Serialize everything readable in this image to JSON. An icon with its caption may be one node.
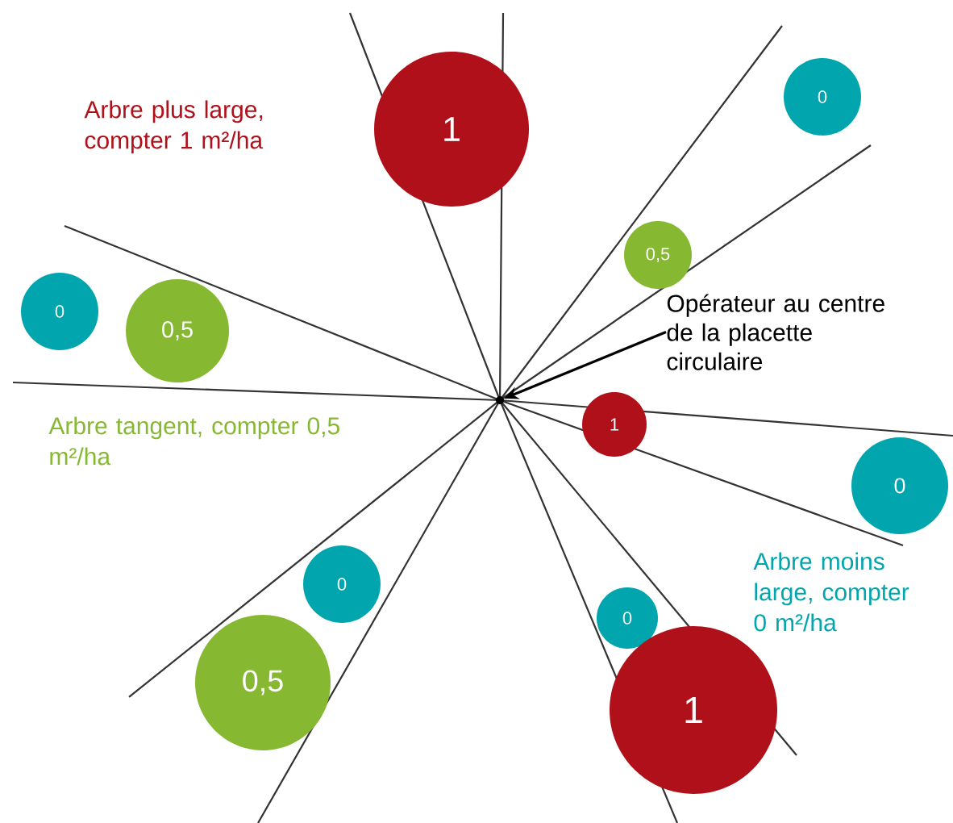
{
  "diagram": {
    "nodes": [
      {
        "text": [
          "1"
        ]
      },
      {
        "text": [
          "0"
        ]
      },
      {
        "text": [
          "0,5"
        ]
      },
      {
        "text": [
          "0"
        ]
      },
      {
        "text": [
          "0,5"
        ]
      },
      {
        "text": [
          "Opérateur au centre de la placette circulaire"
        ]
      },
      {
        "text": [],
        "shape": "circle"
      },
      {
        "text": [
          "1"
        ]
      },
      {
        "text": [
          "0"
        ]
      },
      {
        "text": [
          "0"
        ]
      },
      {
        "text": [
          "0"
        ]
      },
      {
        "text": [
          "0,5"
        ]
      },
      {
        "text": [
          "1"
        ]
      }
    ],
    "edges": [
      {
        "from": 5,
        "to": 6,
        "arrow": "to"
      }
    ],
    "labels": [
      "Arbre plus large, compter 1 m²/ha",
      "Arbre tangent, compter 0,5 m²/ha",
      "Arbre moins large, compter 0 m²/ha"
    ]
  }
}
